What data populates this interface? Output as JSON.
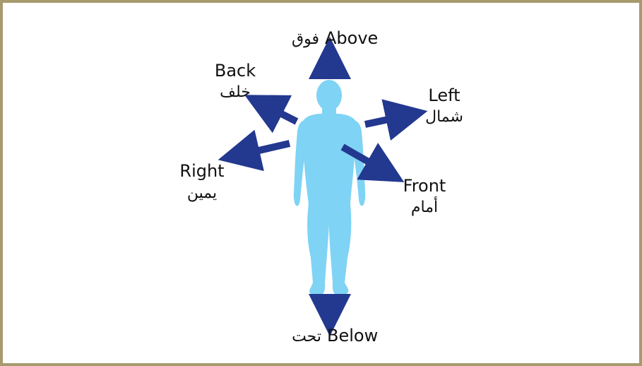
{
  "directions": {
    "above": {
      "en": "Above",
      "ar": "فوق"
    },
    "below": {
      "en": "Below",
      "ar": "تحت"
    },
    "back": {
      "en": "Back",
      "ar": "خلف"
    },
    "left": {
      "en": "Left",
      "ar": "شمال"
    },
    "right": {
      "en": "Right",
      "ar": "يمين"
    },
    "front": {
      "en": "Front",
      "ar": "أمام"
    }
  },
  "colors": {
    "frame": "#a69a6e",
    "body": "#7fd3f4",
    "arrow": "#23388f",
    "text": "#111111"
  }
}
